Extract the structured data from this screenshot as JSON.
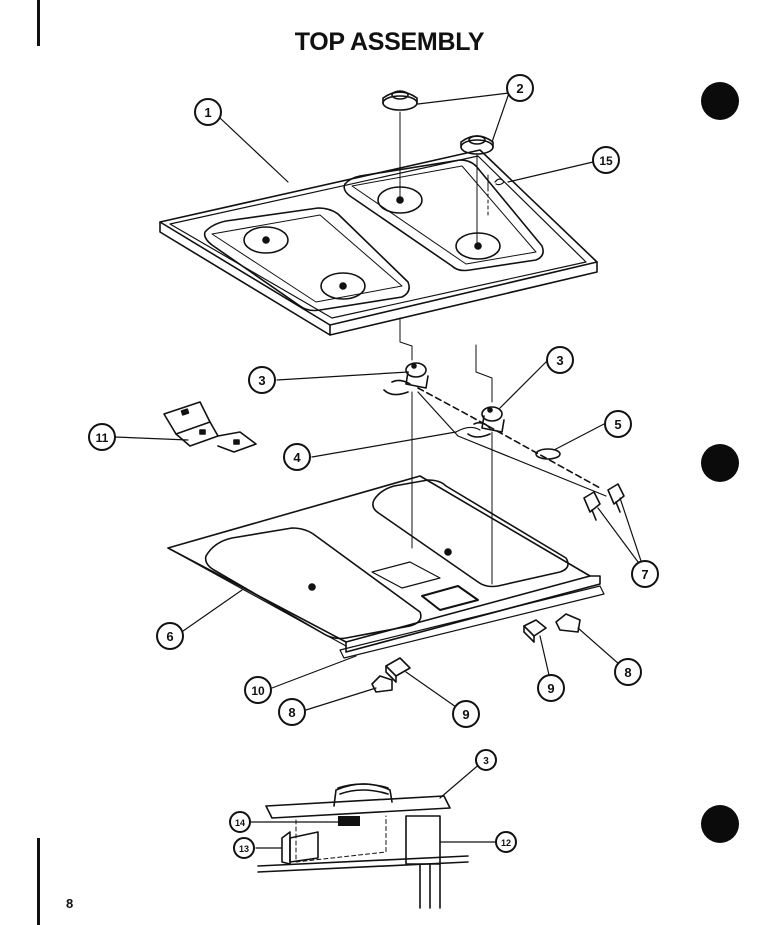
{
  "title": "TOP ASSEMBLY",
  "page_number": "8",
  "callouts": [
    {
      "key": "c1",
      "label": "1"
    },
    {
      "key": "c2",
      "label": "2"
    },
    {
      "key": "c15",
      "label": "15"
    },
    {
      "key": "c3a",
      "label": "3"
    },
    {
      "key": "c3b",
      "label": "3"
    },
    {
      "key": "c11",
      "label": "11"
    },
    {
      "key": "c4",
      "label": "4"
    },
    {
      "key": "c5",
      "label": "5"
    },
    {
      "key": "c7",
      "label": "7"
    },
    {
      "key": "c6",
      "label": "6"
    },
    {
      "key": "c8a",
      "label": "8"
    },
    {
      "key": "c9a",
      "label": "9"
    },
    {
      "key": "c10",
      "label": "10"
    },
    {
      "key": "c8b",
      "label": "8"
    },
    {
      "key": "c9b",
      "label": "9"
    },
    {
      "key": "c3c",
      "label": "3"
    },
    {
      "key": "c14",
      "label": "14"
    },
    {
      "key": "c13",
      "label": "13"
    },
    {
      "key": "c12",
      "label": "12"
    }
  ]
}
